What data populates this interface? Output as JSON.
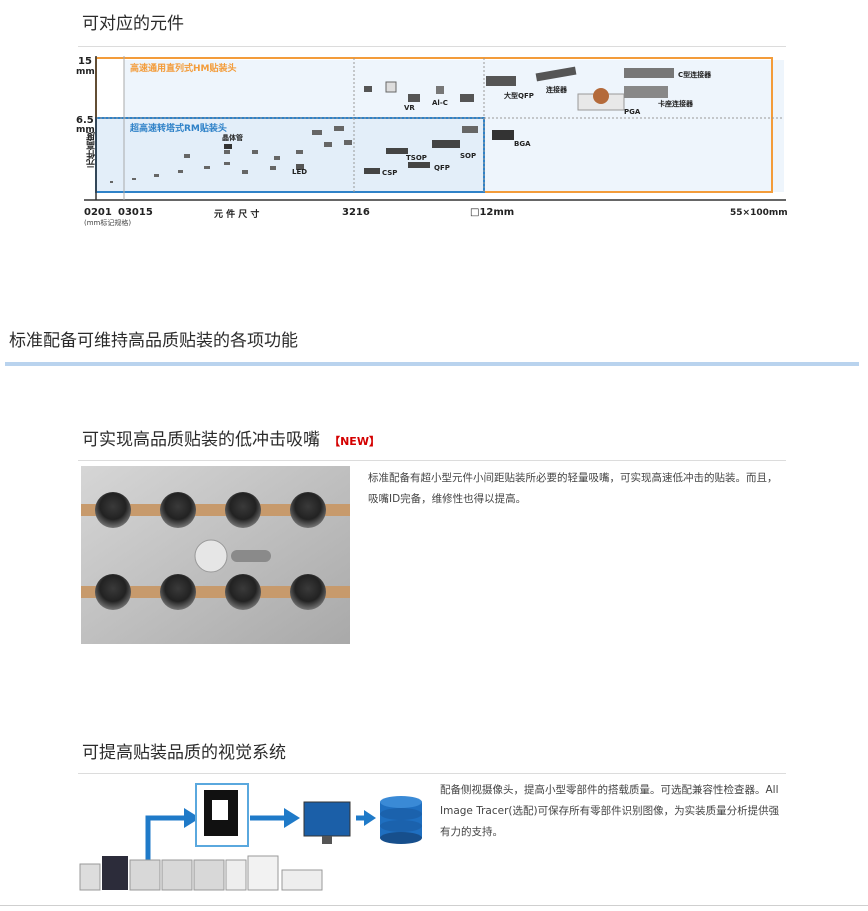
{
  "section1": {
    "title": "可对应的元件",
    "chart": {
      "y_top_value": "15",
      "y_top_unit": "mm",
      "y_mid_value": "6.5",
      "y_mid_unit": "mm",
      "y_axis_label": "元件高度",
      "x_ticks": [
        "0201",
        "03015",
        "3216",
        "□12mm",
        "55×100mm"
      ],
      "x_note": "(mm标记规格)",
      "x_axis_label": "元 件 尺 寸",
      "hm_label": "高速通用直列式HM贴装头",
      "rm_label": "超高速转塔式RM贴装头",
      "components": [
        "晶体管",
        "LED",
        "VR",
        "Al-C",
        "CSP",
        "TSOP",
        "QFP",
        "SOP",
        "BGA",
        "大型QFP",
        "连接器",
        "PGA",
        "C型连接器",
        "卡座连接器"
      ],
      "colors": {
        "hm": "#f39c3a",
        "rm": "#2f82c8",
        "fill": "#e8f2fb"
      }
    }
  },
  "section2": {
    "title": "标准配备可维持高品质贴装的各项功能",
    "accent": "#b9d3ee"
  },
  "feature1": {
    "title": "可实现高品质贴装的低冲击吸嘴",
    "badge": "【NEW】",
    "desc": "标准配备有超小型元件小间距贴装所必要的轻量吸嘴，可实现高速低冲击的贴装。而且，吸嘴ID完备，维修性也得以提高。"
  },
  "feature2": {
    "title": "可提高贴装品质的视觉系统",
    "desc": "配备侧视摄像头，提高小型零部件的搭载质量。可选配兼容性检查器。All Image Tracer(选配)可保存所有零部件识别图像，为实装质量分析提供强有力的支持。"
  }
}
